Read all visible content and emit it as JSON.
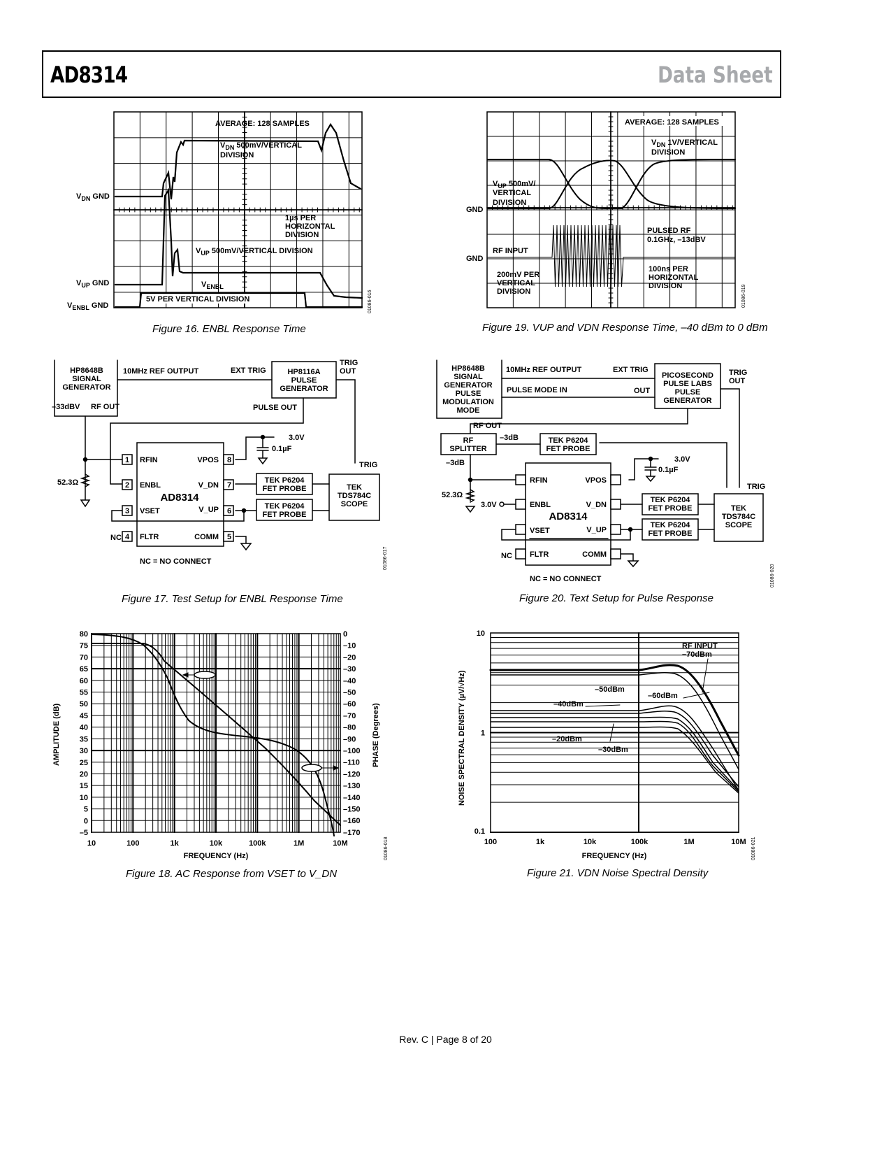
{
  "header": {
    "product": "AD8314",
    "doc_type": "Data Sheet"
  },
  "footer": "Rev. C | Page 8 of 20",
  "fig16": {
    "caption": "Figure 16. ENBL Response Time",
    "avg": "AVERAGE: 128 SAMPLES",
    "vdn_scale": "500mV/VERTICAL",
    "division": "DIVISION",
    "vdn_gnd": "GND",
    "vup_gnd": "GND",
    "venbl_gnd": "GND",
    "horiz1": "1µs PER",
    "horiz2": "HORIZONTAL",
    "horiz3": "DIVISION",
    "vup_scale": "500mV/VERTICAL DIVISION",
    "venbl_scale": "5V PER VERTICAL DIVISION",
    "code": "01086-016"
  },
  "fig17": {
    "caption": "Figure 17. Test Setup for ENBL Response Time",
    "sig_gen": [
      "HP8648B",
      "SIGNAL",
      "GENERATOR"
    ],
    "ref_out": "10MHz REF OUTPUT",
    "ext_trig": "EXT TRIG",
    "pulse_gen": [
      "HP8116A",
      "PULSE",
      "GENERATOR"
    ],
    "trig_out": [
      "TRIG",
      "OUT"
    ],
    "level": "–33dBV",
    "rf_out": "RF OUT",
    "pulse_out": "PULSE OUT",
    "v3": "3.0V",
    "cap": "0.1µF",
    "res": "52.3Ω",
    "chip": "AD8314",
    "pins": [
      [
        "1",
        "RFIN"
      ],
      [
        "2",
        "ENBL"
      ],
      [
        "3",
        "VSET"
      ],
      [
        "4",
        "FLTR"
      ],
      [
        "8",
        "VPOS"
      ],
      [
        "7",
        "V_DN"
      ],
      [
        "6",
        "V_UP"
      ],
      [
        "5",
        "COMM"
      ]
    ],
    "nc": "NC",
    "probe": [
      "TEK P6204",
      "FET PROBE"
    ],
    "scope": [
      "TEK",
      "TDS784C",
      "SCOPE"
    ],
    "trig": "TRIG",
    "nc_note": "NC = NO CONNECT",
    "code": "01086-017"
  },
  "fig18": {
    "caption": "Figure 18. AC Response from VSET to V_DN",
    "ylabel": "AMPLITUDE (dB)",
    "y2label": "PHASE (Degrees)",
    "xlabel": "FREQUENCY (Hz)",
    "xticks": [
      "10",
      "100",
      "1k",
      "10k",
      "100k",
      "1M",
      "10M"
    ],
    "yticks": [
      "80",
      "75",
      "70",
      "65",
      "60",
      "55",
      "50",
      "45",
      "40",
      "35",
      "30",
      "25",
      "20",
      "15",
      "10",
      "5",
      "0",
      "–5"
    ],
    "y2ticks": [
      "0",
      "–10",
      "–20",
      "–30",
      "–40",
      "–50",
      "–60",
      "–70",
      "–80",
      "–90",
      "–100",
      "–110",
      "–120",
      "–130",
      "–140",
      "–150",
      "–160",
      "–170"
    ],
    "code": "01086-018"
  },
  "fig19": {
    "caption": "Figure 19. VUP and VDN Response Time, –40 dBm to 0 dBm",
    "avg": "AVERAGE: 128 SAMPLES",
    "vdn1": "1V/VERTICAL",
    "vdn2": "DIVISION",
    "vup1": "500mV/",
    "vup2": "VERTICAL",
    "vup3": "DIVISION",
    "gnd": "GND",
    "pulsed1": "PULSED RF",
    "pulsed2": "0.1GHz, –13dBV",
    "rfin": "RF INPUT",
    "rf1": "200mV PER",
    "rf2": "VERTICAL",
    "rf3": "DIVISION",
    "h1": "100ns PER",
    "h2": "HORIZONTAL",
    "h3": "DIVISION",
    "code": "01086-019"
  },
  "fig20": {
    "caption": "Figure 20. Text Setup for Pulse Response",
    "sig_gen": [
      "HP8648B",
      "SIGNAL",
      "GENERATOR",
      "PULSE",
      "MODULATION",
      "MODE"
    ],
    "ref_out": "10MHz REF OUTPUT",
    "ext_trig": "EXT TRIG",
    "pulse_in": "PULSE MODE IN",
    "out": "OUT",
    "pulse_gen": [
      "PICOSECOND",
      "PULSE LABS",
      "PULSE",
      "GENERATOR"
    ],
    "trig_out": [
      "TRIG",
      "OUT"
    ],
    "rf_out": "RF OUT",
    "splitter": [
      "RF",
      "SPLITTER"
    ],
    "m3db": "–3dB",
    "v3": "3.0V",
    "cap": "0.1µF",
    "res": "52.3Ω",
    "chip": "AD8314",
    "probe": [
      "TEK P6204",
      "FET PROBE"
    ],
    "scope": [
      "TEK",
      "TDS784C",
      "SCOPE"
    ],
    "trig": "TRIG",
    "nc": "NC",
    "nc_note": "NC = NO CONNECT",
    "code": "01086-020"
  },
  "fig21": {
    "caption": "Figure 21. VDN Noise Spectral Density",
    "ylabel": "NOISE SPECTRAL DENSITY (µV/√Hz)",
    "xlabel": "FREQUENCY (Hz)",
    "xticks": [
      "100",
      "1k",
      "10k",
      "100k",
      "1M",
      "10M"
    ],
    "yticks": [
      "10",
      "1",
      "0.1"
    ],
    "labels": {
      "rf1": "RF INPUT",
      "rf2": "–70dBm",
      "m50": "–50dBm",
      "m60": "–60dBm",
      "m40": "–40dBm",
      "m20": "–20dBm",
      "m30": "–30dBm"
    },
    "code": "01086-021"
  }
}
